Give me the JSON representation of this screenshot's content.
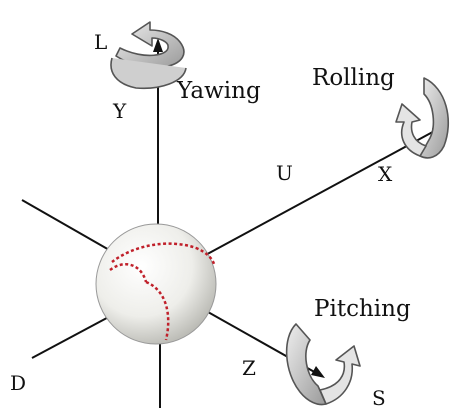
{
  "labels": {
    "yaw_letter": "L",
    "y_axis": "Y",
    "yawing": "Yawing",
    "rolling": "Rolling",
    "u_letter": "U",
    "x_axis": "X",
    "pitching": "Pitching",
    "z_axis": "Z",
    "s_letter": "S",
    "d_letter": "D"
  },
  "colors": {
    "line": "#111111",
    "arrow_fill": "#d4d4d4",
    "arrow_stroke": "#555555",
    "ball": "#f4f4f2",
    "stitch": "#c0202a"
  },
  "icons": {
    "yaw_rotation": "curved-arrow-icon",
    "roll_rotation": "curved-arrow-icon",
    "pitch_rotation": "curved-arrow-icon",
    "ball": "baseball-icon"
  }
}
